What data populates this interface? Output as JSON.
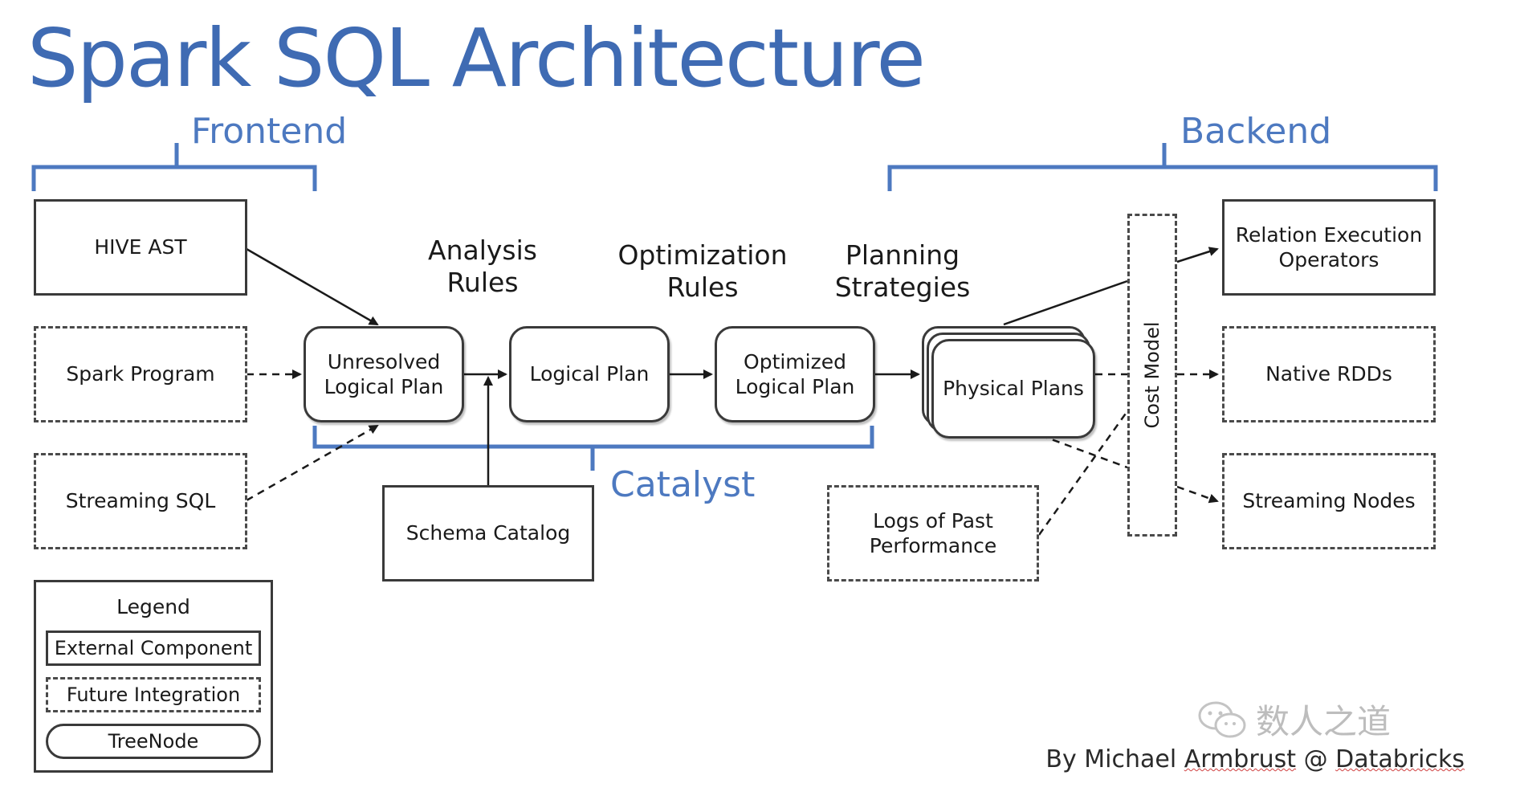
{
  "title": "Spark SQL Architecture",
  "groups": {
    "frontend": "Frontend",
    "backend": "Backend",
    "catalyst": "Catalyst"
  },
  "phases": {
    "analysis": "Analysis\nRules",
    "optimization": "Optimization\nRules",
    "planning": "Planning\nStrategies"
  },
  "inputs": {
    "hive_ast": "HIVE AST",
    "spark_program": "Spark Program",
    "streaming_sql": "Streaming SQL"
  },
  "plans": {
    "unresolved": "Unresolved\nLogical Plan",
    "logical": "Logical Plan",
    "optimized": "Optimized\nLogical Plan",
    "physical": "Physical Plans"
  },
  "schema_catalog": "Schema Catalog",
  "logs": "Logs of Past\nPerformance",
  "cost_model": "Cost Model",
  "outputs": {
    "relation": "Relation Execution\nOperators",
    "native": "Native RDDs",
    "streaming": "Streaming Nodes"
  },
  "legend": {
    "title": "Legend",
    "external": "External Component",
    "future": "Future Integration",
    "treenode": "TreeNode"
  },
  "credit": {
    "prefix": "By Michael ",
    "name": "Armbrust",
    "mid": " @ ",
    "company": "Databricks"
  },
  "watermark": "数人之道",
  "colors": {
    "title": "#3f6bb3",
    "bracket": "#4d79c0",
    "border": "#3a3a3a"
  }
}
